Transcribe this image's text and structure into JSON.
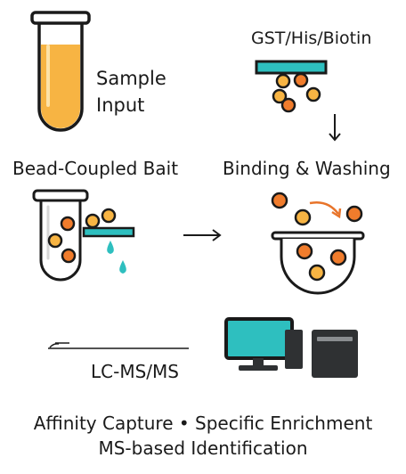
{
  "labels": {
    "sample_line1": "Sample",
    "sample_line2": "Input",
    "tags": "GST/His/Biotin",
    "bead_coupled": "Bead-Coupled Bait",
    "binding": "Binding & Washing",
    "lcms": "LC-MS/MS",
    "footer_line1": "Affinity Capture • Specific Enrichment",
    "footer_line2": "MS-based Identification"
  },
  "colors": {
    "outline": "#1a1a1a",
    "sample_liquid": "#f7b443",
    "bait_bar": "#2ebfbf",
    "bead_orange": "#f07c2c",
    "bead_yellow": "#f7b443",
    "droplet": "#2ebfbf",
    "monitor_screen": "#2ebfbf",
    "computer_dark": "#2f3133",
    "arrow_orange": "#e8742a"
  },
  "icons": [
    "sample-tube-icon",
    "bait-bar-icon",
    "down-arrow-icon",
    "bead-tube-icon",
    "right-arrow-icon",
    "washing-bowl-icon",
    "lcms-trace-icon",
    "computer-icon"
  ]
}
